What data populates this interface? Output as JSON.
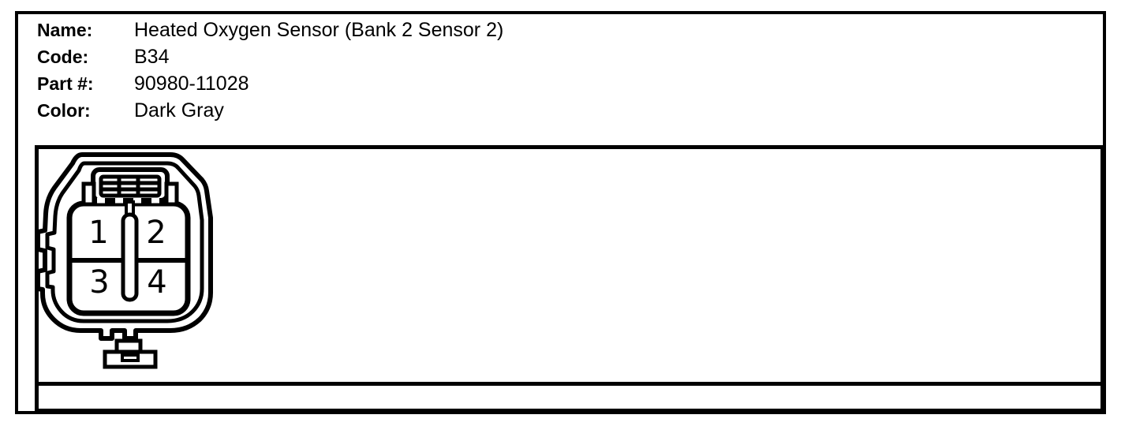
{
  "meta": {
    "fields": [
      {
        "label": "Name:",
        "value": "Heated Oxygen Sensor (Bank 2 Sensor 2)"
      },
      {
        "label": "Code:",
        "value": "B34"
      },
      {
        "label": "Part #:",
        "value": "90980-11028"
      },
      {
        "label": "Color:",
        "value": "Dark Gray"
      }
    ]
  },
  "connector": {
    "view": "connector-front-view",
    "pins": [
      "1",
      "2",
      "3",
      "4"
    ]
  },
  "notes_strip": {
    "text": ""
  },
  "colors": {
    "ink": "#000000",
    "paper": "#ffffff"
  }
}
